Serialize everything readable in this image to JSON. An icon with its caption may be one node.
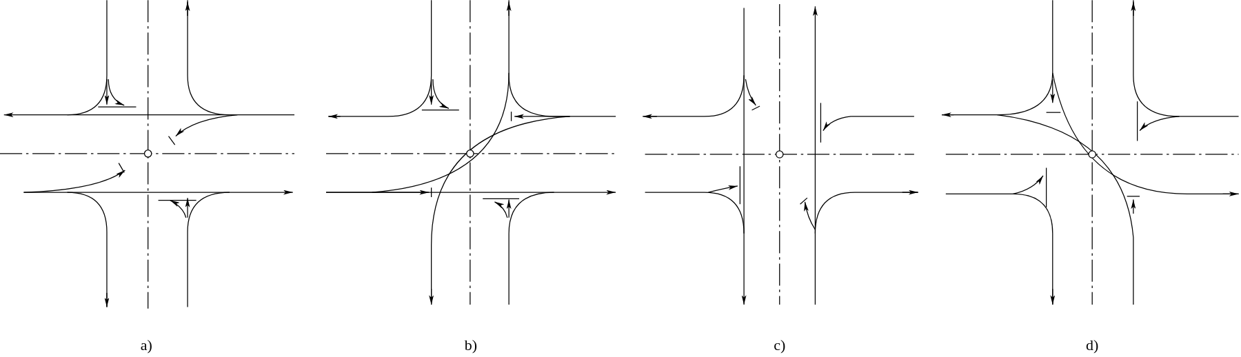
{
  "diagram": {
    "labels": [
      "a)",
      "b)",
      "c)",
      "d)"
    ]
  }
}
